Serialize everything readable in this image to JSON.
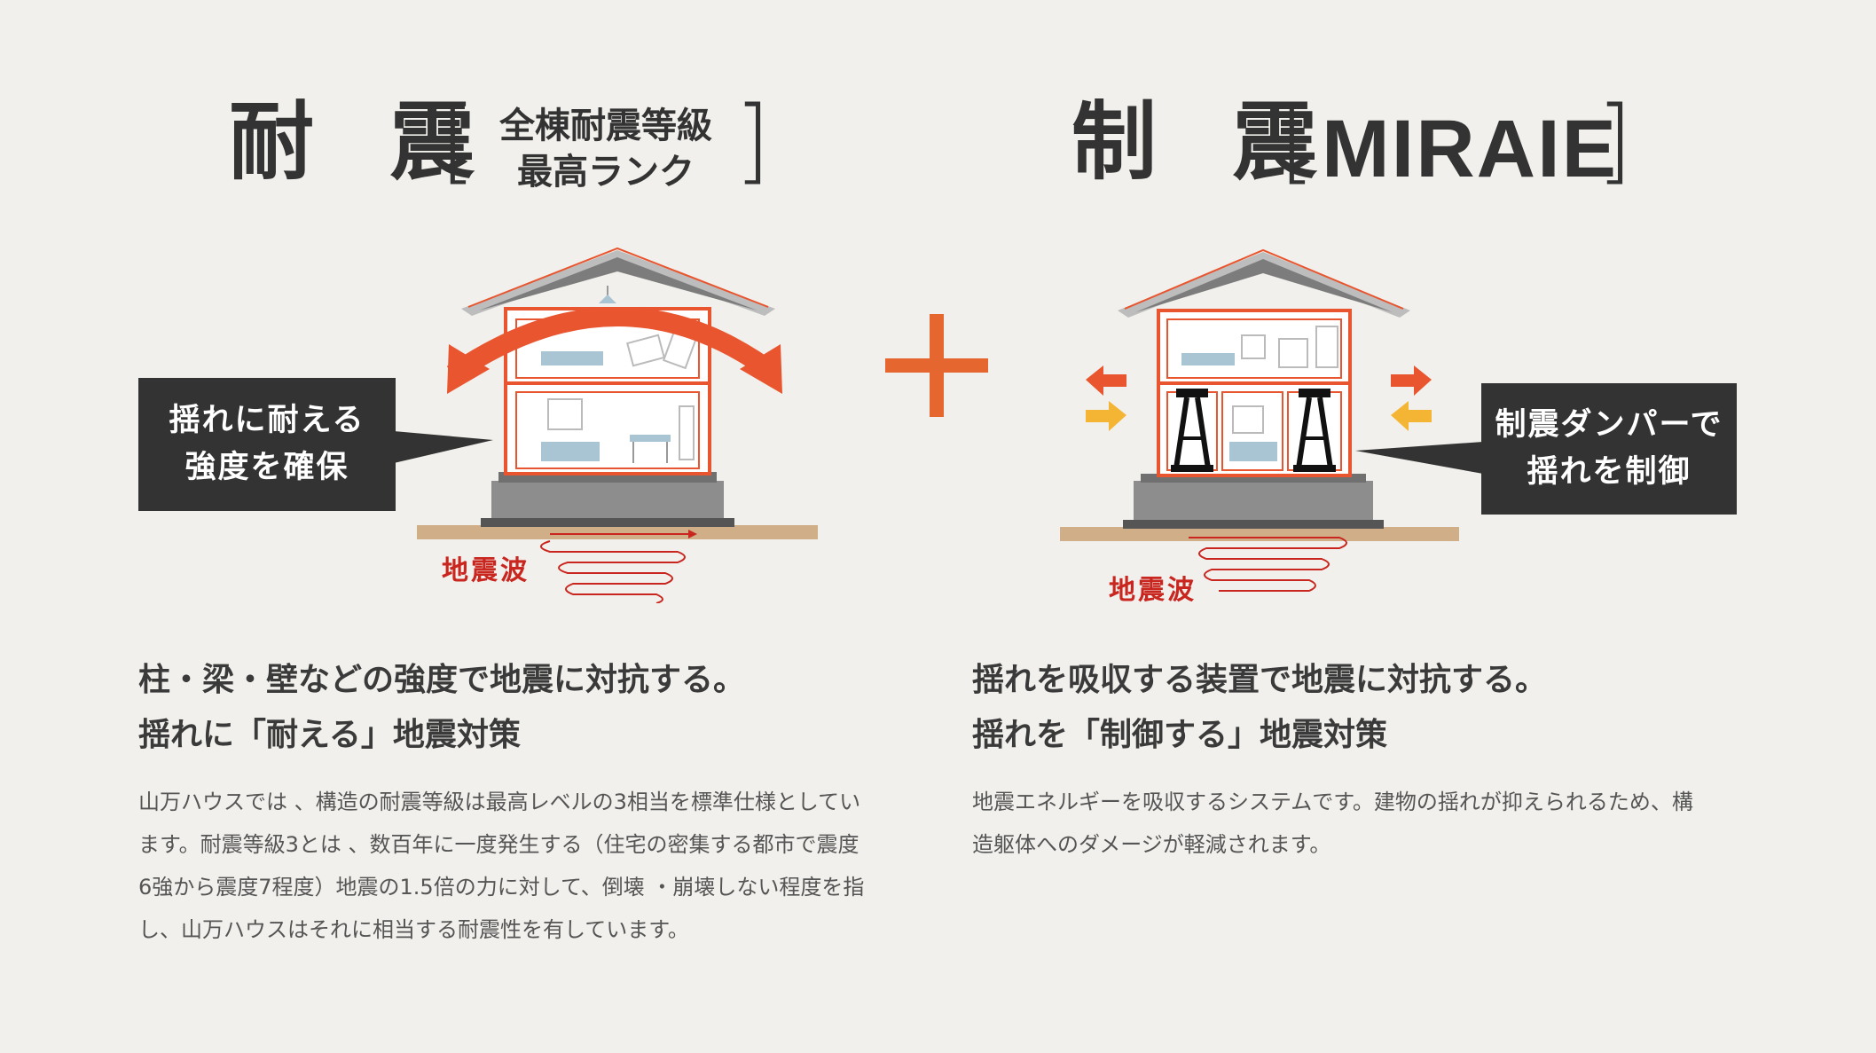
{
  "left": {
    "title": "耐 震",
    "bracket_open": "[",
    "bracket_close": "]",
    "subtitle_line1": "全棟耐震等級",
    "subtitle_line2": "最高ランク",
    "callout_line1": "揺れに耐える",
    "callout_line2": "強度を確保",
    "wave_label": "地震波",
    "lead_line1": "柱・梁・壁などの強度で地震に対抗する。",
    "lead_line2": "揺れに「耐える」地震対策",
    "desc_lines": [
      "山万ハウスでは 、構造の耐震等級は最高レベルの3相当を標準仕様としてい",
      "ます。耐震等級3とは 、数百年に一度発生する（住宅の密集する都市で震度",
      "6強から震度7程度）地震の1.5倍の力に対して、倒壊 ・崩壊しない程度を指",
      "し、山万ハウスはそれに相当する耐震性を有しています。"
    ]
  },
  "right": {
    "title": "制 震",
    "bracket_open": "[",
    "bracket_close": "]",
    "subtitle": "MIRAIE",
    "callout_line1": "制震ダンパーで",
    "callout_line2": "揺れを制御",
    "wave_label": "地震波",
    "lead_line1": "揺れを吸収する装置で地震に対抗する。",
    "lead_line2": "揺れを「制御する」地震対策",
    "desc_lines": [
      "地震エネルギーを吸収するシステムです。建物の揺れが抑えられるため、構",
      "造躯体へのダメージが軽減されます。"
    ]
  },
  "colors": {
    "background": "#f2f0ec",
    "text": "#333333",
    "accent_orange": "#e8552f",
    "plus_orange": "#e5662e",
    "arrow_yellow": "#f4b535",
    "wave_red": "#c8261e",
    "ground": "#cfae88"
  },
  "icons": [
    "plus-icon",
    "house-illustration",
    "curved-double-arrow-icon",
    "damper-icon",
    "force-arrow-icon"
  ]
}
